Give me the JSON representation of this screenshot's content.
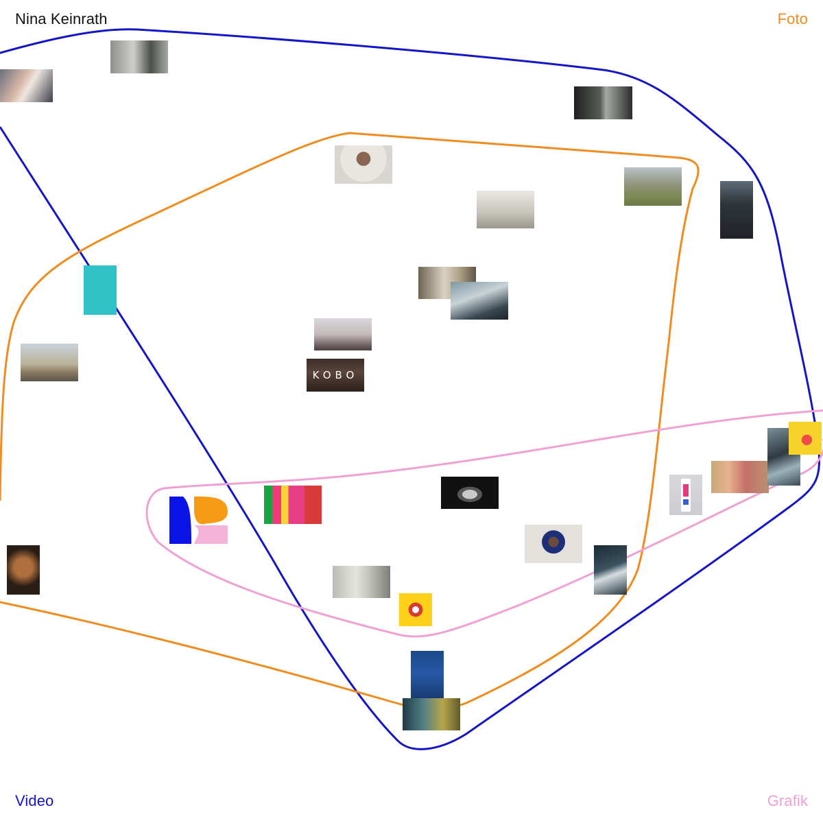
{
  "header": {
    "site_title": "Nina Keinrath"
  },
  "categories": {
    "foto": {
      "label": "Foto",
      "color": "#F08C1E"
    },
    "video": {
      "label": "Video",
      "color": "#1414C8"
    },
    "grafik": {
      "label": "Grafik",
      "color": "#F0A0D2"
    }
  },
  "thumbnails": [
    {
      "id": "runner",
      "name": "thumb-runner"
    },
    {
      "id": "gym",
      "name": "thumb-gym"
    },
    {
      "id": "forest",
      "name": "thumb-forest"
    },
    {
      "id": "portrait1",
      "name": "thumb-man-portrait"
    },
    {
      "id": "mountain",
      "name": "thumb-mountain"
    },
    {
      "id": "basket",
      "name": "thumb-basketball"
    },
    {
      "id": "hall",
      "name": "thumb-hall-group"
    },
    {
      "id": "bath",
      "name": "thumb-bathroom"
    },
    {
      "id": "mist",
      "name": "thumb-misty-mountain"
    },
    {
      "id": "jump",
      "name": "thumb-jumping-woman"
    },
    {
      "id": "kobo",
      "name": "thumb-kobo-storefront",
      "text": "KOBO"
    },
    {
      "id": "afro",
      "name": "thumb-laughing-man"
    },
    {
      "id": "road",
      "name": "thumb-desert-road"
    },
    {
      "id": "logo",
      "name": "thumb-kr-logo"
    },
    {
      "id": "women",
      "name": "thumb-women-colors"
    },
    {
      "id": "ultra",
      "name": "thumb-ultrasound"
    },
    {
      "id": "woman2",
      "name": "thumb-woman-portrait"
    },
    {
      "id": "hand",
      "name": "thumb-hand"
    },
    {
      "id": "tube",
      "name": "thumb-tube-product"
    },
    {
      "id": "tattoo",
      "name": "thumb-illustration-figures"
    },
    {
      "id": "cyborg",
      "name": "thumb-cyborg"
    },
    {
      "id": "face",
      "name": "thumb-face-graphic"
    },
    {
      "id": "spots",
      "name": "thumb-painted-face"
    },
    {
      "id": "bike",
      "name": "thumb-bike-room"
    },
    {
      "id": "mouth",
      "name": "thumb-mouth-graphic"
    },
    {
      "id": "hood",
      "name": "thumb-hooded-woman"
    },
    {
      "id": "city",
      "name": "thumb-city-night"
    }
  ]
}
